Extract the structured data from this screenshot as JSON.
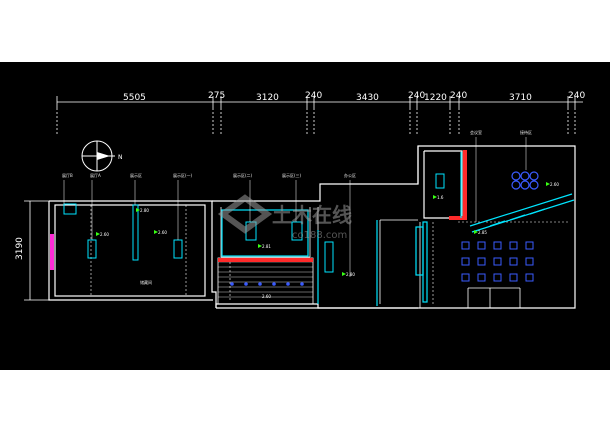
{
  "drawing": {
    "background": "#000000",
    "page_background": "#ffffff",
    "dimensions": {
      "top": [
        "5505",
        "275",
        "3120",
        "240",
        "3430",
        "240",
        "1220",
        "240",
        "3710",
        "240"
      ],
      "left": "3190"
    },
    "north_arrow_label": "N",
    "watermark": {
      "brand": "土木在线",
      "site": "co188.com"
    },
    "room_labels": [
      "展厅B",
      "展厅A",
      "展示区",
      "展示区(一)",
      "展示区(二)",
      "展示区(三)",
      "办公区",
      "会议室",
      "接待区",
      "储藏间"
    ],
    "elevation_tags": [
      "2.60",
      "2.80",
      "2.60",
      "2.81",
      "2.60",
      "2.80",
      "1.6",
      "2.85",
      "2.60"
    ],
    "colors": {
      "wall": "#ffffff",
      "accent_cyan": "#00e5ff",
      "accent_blue": "#3a5bff",
      "accent_red": "#ff2a2a",
      "accent_magenta": "#ff2bd6",
      "accent_green": "#39ff14",
      "dim_line": "#ffffff"
    }
  }
}
